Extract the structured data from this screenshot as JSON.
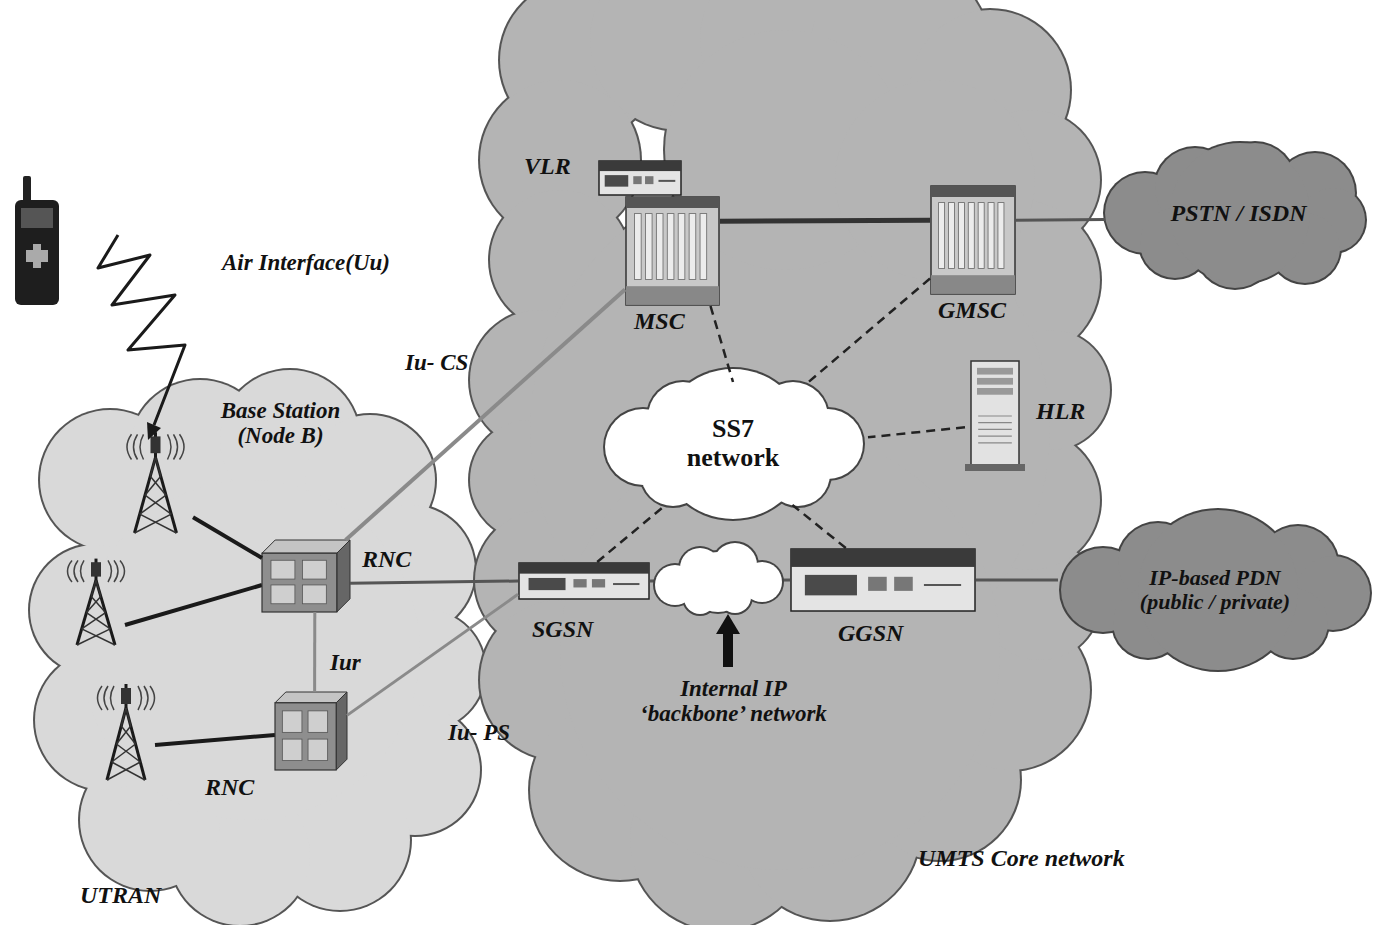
{
  "diagram": {
    "nodes": [
      {
        "text": [
          "UTRAN"
        ]
      },
      {
        "text": [
          "Base Station (Node B)"
        ],
        "in": 0
      },
      {
        "text": [
          "RNC"
        ],
        "in": 0
      },
      {
        "text": [
          "RNC"
        ],
        "in": 0
      },
      {
        "text": [
          "UMTS Core network"
        ]
      },
      {
        "text": [
          "VLR"
        ],
        "in": 4
      },
      {
        "text": [
          "MSC"
        ],
        "in": 4
      },
      {
        "text": [
          "GMSC"
        ],
        "in": 4
      },
      {
        "text": [
          "HLR"
        ],
        "in": 4
      },
      {
        "text": [
          "SS7 network"
        ],
        "in": 4
      },
      {
        "text": [
          "SGSN"
        ],
        "in": 4
      },
      {
        "text": [
          "GGSN"
        ],
        "in": 4
      },
      {
        "text": [
          "PSTN / ISDN"
        ]
      },
      {
        "text": [
          "IP-based PDN (public / private)"
        ]
      }
    ],
    "edges": [
      {
        "from": 1,
        "to": 2,
        "arrow": "none"
      },
      {
        "from": 2,
        "to": 6,
        "label": "Iu- CS",
        "arrow": "none"
      },
      {
        "from": 2,
        "to": 10,
        "arrow": "none"
      },
      {
        "from": 2,
        "to": 3,
        "label": "Iur",
        "arrow": "none"
      },
      {
        "from": 3,
        "to": 10,
        "label": "Iu- PS",
        "arrow": "none"
      },
      {
        "from": 6,
        "to": 7,
        "arrow": "none"
      },
      {
        "from": 7,
        "to": 12,
        "arrow": "none"
      },
      {
        "from": 6,
        "to": 9,
        "arrow": "none"
      },
      {
        "from": 7,
        "to": 9,
        "arrow": "none"
      },
      {
        "from": 8,
        "to": 9,
        "arrow": "none"
      },
      {
        "from": 10,
        "to": 9,
        "arrow": "none"
      },
      {
        "from": 11,
        "to": 9,
        "arrow": "none"
      },
      {
        "from": 10,
        "to": 11,
        "arrow": "none"
      },
      {
        "from": 11,
        "to": 13,
        "arrow": "none"
      }
    ],
    "labels": [
      "Air Interface(Uu)",
      "Internal IP ‘backbone’ network"
    ]
  }
}
